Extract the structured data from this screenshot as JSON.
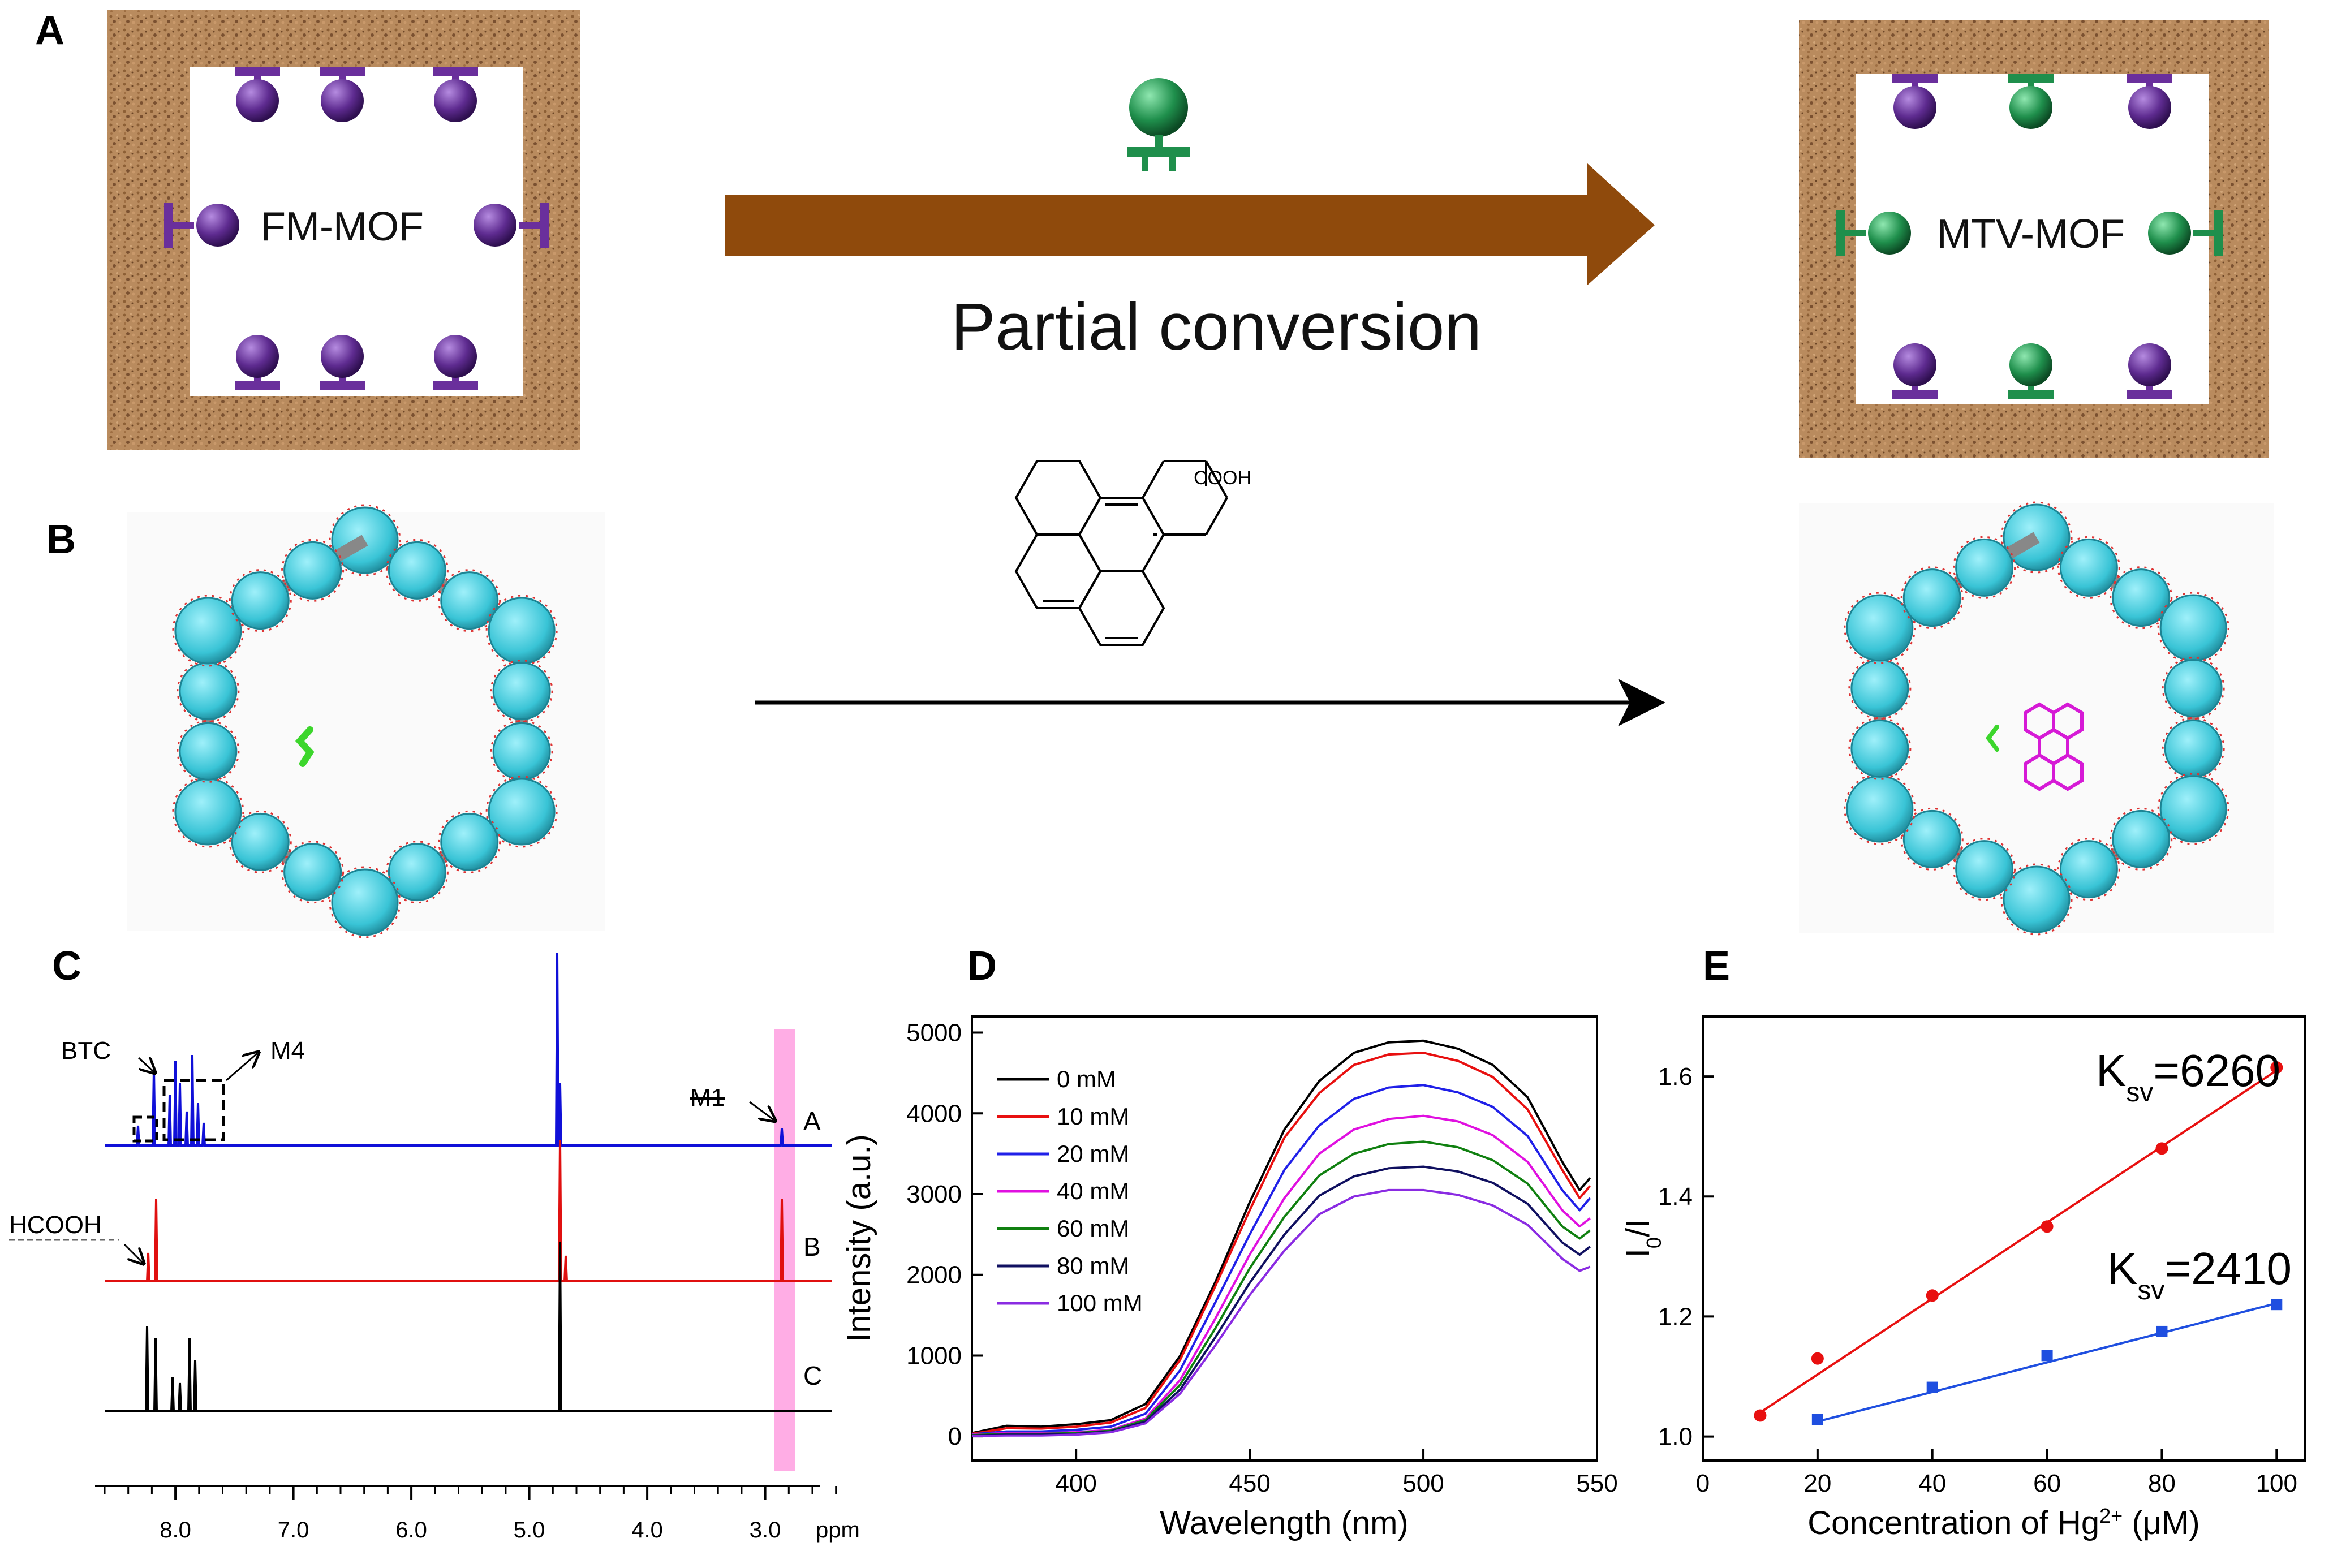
{
  "panel_labels": [
    "A",
    "B",
    "C",
    "D",
    "E"
  ],
  "panel_a": {
    "left_label": "FM-MOF",
    "right_label": "MTV-MOF",
    "arrow_caption": "Partial conversion",
    "colors": {
      "frame": "#b98b5e",
      "linker_old": "#6a2f9c",
      "linker_new": "#1f8f4c",
      "arrow": "#8f4a0c"
    }
  },
  "panel_b": {
    "reagent_label": "COOH",
    "colors": {
      "cluster": "#39c4d6",
      "small_linker": "#3cd62c",
      "pyrene": "#d61ad6"
    }
  },
  "panel_c": {
    "x_ticks": [
      "8.0",
      "7.0",
      "6.0",
      "5.0",
      "4.0",
      "3.0"
    ],
    "x_unit": "ppm",
    "trace_labels": [
      "A",
      "B",
      "C"
    ],
    "annotations": {
      "btc": "BTC",
      "m4": "M4",
      "m1": "M1",
      "hcooh": "HCOOH"
    },
    "colors": {
      "A": "#1010d8",
      "B": "#e01010",
      "C": "#000000",
      "highlight": "#ff9fe0"
    }
  },
  "chart_data": [
    {
      "type": "line",
      "panel": "D",
      "xlabel": "Wavelength (nm)",
      "ylabel": "Intensity (a.u.)",
      "xlim": [
        370,
        550
      ],
      "ylim": [
        -300,
        5200
      ],
      "x_ticks": [
        "400",
        "450",
        "500",
        "550"
      ],
      "y_ticks": [
        "0",
        "1000",
        "2000",
        "3000",
        "4000",
        "5000"
      ],
      "legend_position": "left",
      "x": [
        370,
        380,
        390,
        400,
        410,
        420,
        430,
        440,
        450,
        460,
        470,
        480,
        490,
        500,
        510,
        520,
        530,
        540,
        545,
        548
      ],
      "series": [
        {
          "name": "0 mM",
          "color": "#000000",
          "values": [
            40,
            130,
            120,
            150,
            200,
            400,
            1000,
            1900,
            2900,
            3800,
            4400,
            4750,
            4880,
            4900,
            4800,
            4600,
            4200,
            3400,
            3050,
            3200
          ]
        },
        {
          "name": "10 mM",
          "color": "#e81010",
          "values": [
            30,
            100,
            95,
            120,
            170,
            350,
            950,
            1850,
            2800,
            3700,
            4250,
            4600,
            4730,
            4750,
            4650,
            4450,
            4050,
            3300,
            2950,
            3100
          ]
        },
        {
          "name": "20 mM",
          "color": "#2020e8",
          "values": [
            25,
            60,
            60,
            80,
            120,
            280,
            820,
            1650,
            2500,
            3300,
            3850,
            4180,
            4320,
            4350,
            4260,
            4080,
            3720,
            3050,
            2800,
            2950
          ]
        },
        {
          "name": "40 mM",
          "color": "#e010e0",
          "values": [
            20,
            40,
            40,
            50,
            80,
            220,
            700,
            1450,
            2250,
            2950,
            3500,
            3800,
            3930,
            3970,
            3900,
            3730,
            3400,
            2800,
            2600,
            2700
          ]
        },
        {
          "name": "60 mM",
          "color": "#108010",
          "values": [
            15,
            30,
            30,
            40,
            70,
            200,
            640,
            1330,
            2080,
            2720,
            3230,
            3500,
            3620,
            3650,
            3580,
            3420,
            3130,
            2600,
            2450,
            2550
          ]
        },
        {
          "name": "80 mM",
          "color": "#101060",
          "values": [
            10,
            20,
            20,
            30,
            60,
            180,
            580,
            1220,
            1900,
            2500,
            2980,
            3220,
            3320,
            3340,
            3280,
            3140,
            2880,
            2400,
            2250,
            2350
          ]
        },
        {
          "name": "100 mM",
          "color": "#8a2be2",
          "values": [
            5,
            10,
            10,
            20,
            50,
            160,
            530,
            1120,
            1750,
            2300,
            2750,
            2970,
            3050,
            3050,
            2990,
            2860,
            2620,
            2200,
            2050,
            2100
          ]
        }
      ]
    },
    {
      "type": "scatter",
      "panel": "E",
      "xlabel": "Concentration of Hg",
      "xlabel_sup": "2+",
      "xlabel_unit": " (μM)",
      "ylabel": "I",
      "ylabel_sub": "0",
      "ylabel_tail": "/I",
      "xlim": [
        0,
        105
      ],
      "ylim": [
        0.96,
        1.7
      ],
      "x_ticks": [
        "0",
        "20",
        "40",
        "60",
        "80",
        "100"
      ],
      "y_ticks": [
        "1.0",
        "1.2",
        "1.4",
        "1.6"
      ],
      "series": [
        {
          "label": "K",
          "label_sub": "sv",
          "label_value": "=6260",
          "color": "#e81010",
          "marker": "circle",
          "x": [
            10,
            20,
            40,
            60,
            80,
            100
          ],
          "values": [
            1.035,
            1.13,
            1.235,
            1.35,
            1.48,
            1.615
          ],
          "fit": [
            1.04,
            1.61
          ]
        },
        {
          "label": "K",
          "label_sub": "sv",
          "label_value": "=2410",
          "color": "#1f4fe0",
          "marker": "square",
          "x": [
            20,
            40,
            60,
            80,
            100
          ],
          "values": [
            1.028,
            1.082,
            1.135,
            1.175,
            1.22
          ],
          "fit": [
            1.025,
            1.222
          ]
        }
      ]
    }
  ]
}
